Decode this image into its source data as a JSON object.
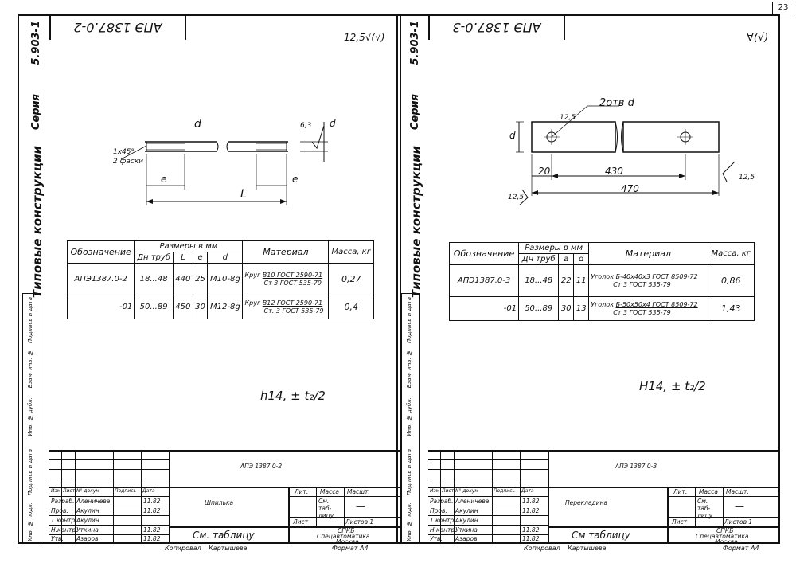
{
  "page_number": "23",
  "left": {
    "code_top": "АПЭ 1387.0-2",
    "roughness_general": "12,5",
    "series_label": "Серия",
    "series_value": "5.903-1",
    "side_title": "Типовые конструкции",
    "side_fields": [
      "Подпись и дата",
      "Взам. инв. №",
      "Инв. № дубл.",
      "Подпись и дата",
      "Инв. № подл."
    ],
    "drawing_labels": {
      "chamfer": "1x45°",
      "chamfer_note": "2 фаски",
      "e": "e",
      "L": "L",
      "d": "d",
      "roughness": "6,3"
    },
    "table": {
      "header_dims": "Размеры в мм",
      "col_designation": "Обозначение",
      "col_dn": "Дн труб",
      "col_L": "L",
      "col_e": "e",
      "col_d": "d",
      "col_material": "Материал",
      "col_mass": "Масса, кг",
      "rows": [
        {
          "designation": "АПЭ1387.0-2",
          "dn": "18...48",
          "L": "440",
          "e": "25",
          "d": "М10-8g",
          "mat_prefix": "Круг",
          "mat_top": "В10 ГОСТ 2590-71",
          "mat_bottom": "Ст 3 ГОСТ 535-79",
          "mass": "0,27"
        },
        {
          "designation": "-01",
          "dn": "50...89",
          "L": "450",
          "e": "30",
          "d": "М12-8g",
          "mat_prefix": "Круг",
          "mat_top": "В12 ГОСТ 2590-71",
          "mat_bottom": "Ст. 3 ГОСТ 535-79",
          "mass": "0,4"
        }
      ]
    },
    "tolerance": "h14, ± t₂/2",
    "title_block": {
      "doc_code": "АПЭ 1387.0-2",
      "name": "Шпилька",
      "material": "См. таблицу",
      "lit": "Лит.",
      "mass": "Масса",
      "scale": "Масшт.",
      "mass_value": "См. таб- лицу",
      "scale_value": "—",
      "sheet": "Лист",
      "sheets": "Листов 1",
      "org1": "СПКБ",
      "org2": "Спецавтоматика",
      "org3": "Москва",
      "heads": [
        "Изм",
        "Лист",
        "N° докум",
        "Подпись",
        "Дата"
      ],
      "roles": [
        {
          "role": "Разраб.",
          "name": "Аленичева",
          "date": "11.82"
        },
        {
          "role": "Пров.",
          "name": "Акулин",
          "date": "11.82"
        },
        {
          "role": "Т.контр.",
          "name": "Акулин",
          "date": ""
        },
        {
          "role": "Н.контр.",
          "name": "Уткина",
          "date": "11.82"
        },
        {
          "role": "Утв.",
          "name": "Азаров",
          "date": "11.82"
        }
      ],
      "copied": "Копировал",
      "copier": "Картышева",
      "format": "Формат А4"
    }
  },
  "right": {
    "code_top": "АПЭ 1387.0-3",
    "series_label": "Серия",
    "series_value": "5.903-1",
    "side_title": "Типовые конструкции",
    "side_fields": [
      "Подпись и дата",
      "Взам. инв. №",
      "Инв. № дубл.",
      "Подпись и дата",
      "Инв. № подл."
    ],
    "drawing_labels": {
      "holes": "2отв d",
      "d": "d",
      "r1": "12,5",
      "r2": "12,5",
      "r3": "12,5",
      "dim20": "20",
      "dim430": "430",
      "dim470": "470"
    },
    "table": {
      "header_dims": "Размеры в мм",
      "col_designation": "Обозначение",
      "col_dn": "Дн труб",
      "col_a": "a",
      "col_d": "d",
      "col_material": "Материал",
      "col_mass": "Масса, кг",
      "rows": [
        {
          "designation": "АПЭ1387.0-3",
          "dn": "18...48",
          "a": "22",
          "d": "11",
          "mat_prefix": "Уголок",
          "mat_top": "Б-40x40x3 ГОСТ 8509-72",
          "mat_bottom": "Ст 3 ГОСТ 535-79",
          "mass": "0,86"
        },
        {
          "designation": "-01",
          "dn": "50...89",
          "a": "30",
          "d": "13",
          "mat_prefix": "Уголок",
          "mat_top": "Б-50x50x4 ГОСТ 8509-72",
          "mat_bottom": "Ст 3 ГОСТ 535-79",
          "mass": "1,43"
        }
      ]
    },
    "tolerance": "Н14, ± t₂/2",
    "title_block": {
      "doc_code": "АПЭ 1387.0-3",
      "name": "Перекладина",
      "material": "См таблицу",
      "lit": "Лит.",
      "mass": "Масса",
      "scale": "Масшт.",
      "mass_value": "См. таб- лицу",
      "scale_value": "—",
      "sheet": "Лист",
      "sheets": "Листов 1",
      "org1": "СПКБ",
      "org2": "Спецавтоматика",
      "org3": "Москва",
      "heads": [
        "Изм",
        "Лист",
        "N° докум",
        "Подпись",
        "Дата"
      ],
      "roles": [
        {
          "role": "Разраб.",
          "name": "Аленичева",
          "date": "11.82"
        },
        {
          "role": "Пров.",
          "name": "Акулин",
          "date": "11.82"
        },
        {
          "role": "Т.контр.",
          "name": "Акулин",
          "date": ""
        },
        {
          "role": "Н.контр.",
          "name": "Уткина",
          "date": "11.82"
        },
        {
          "role": "Утв.",
          "name": "Азаров",
          "date": "11.82"
        }
      ],
      "copied": "Копировал",
      "copier": "Картышева",
      "format": "Формат А4"
    }
  }
}
